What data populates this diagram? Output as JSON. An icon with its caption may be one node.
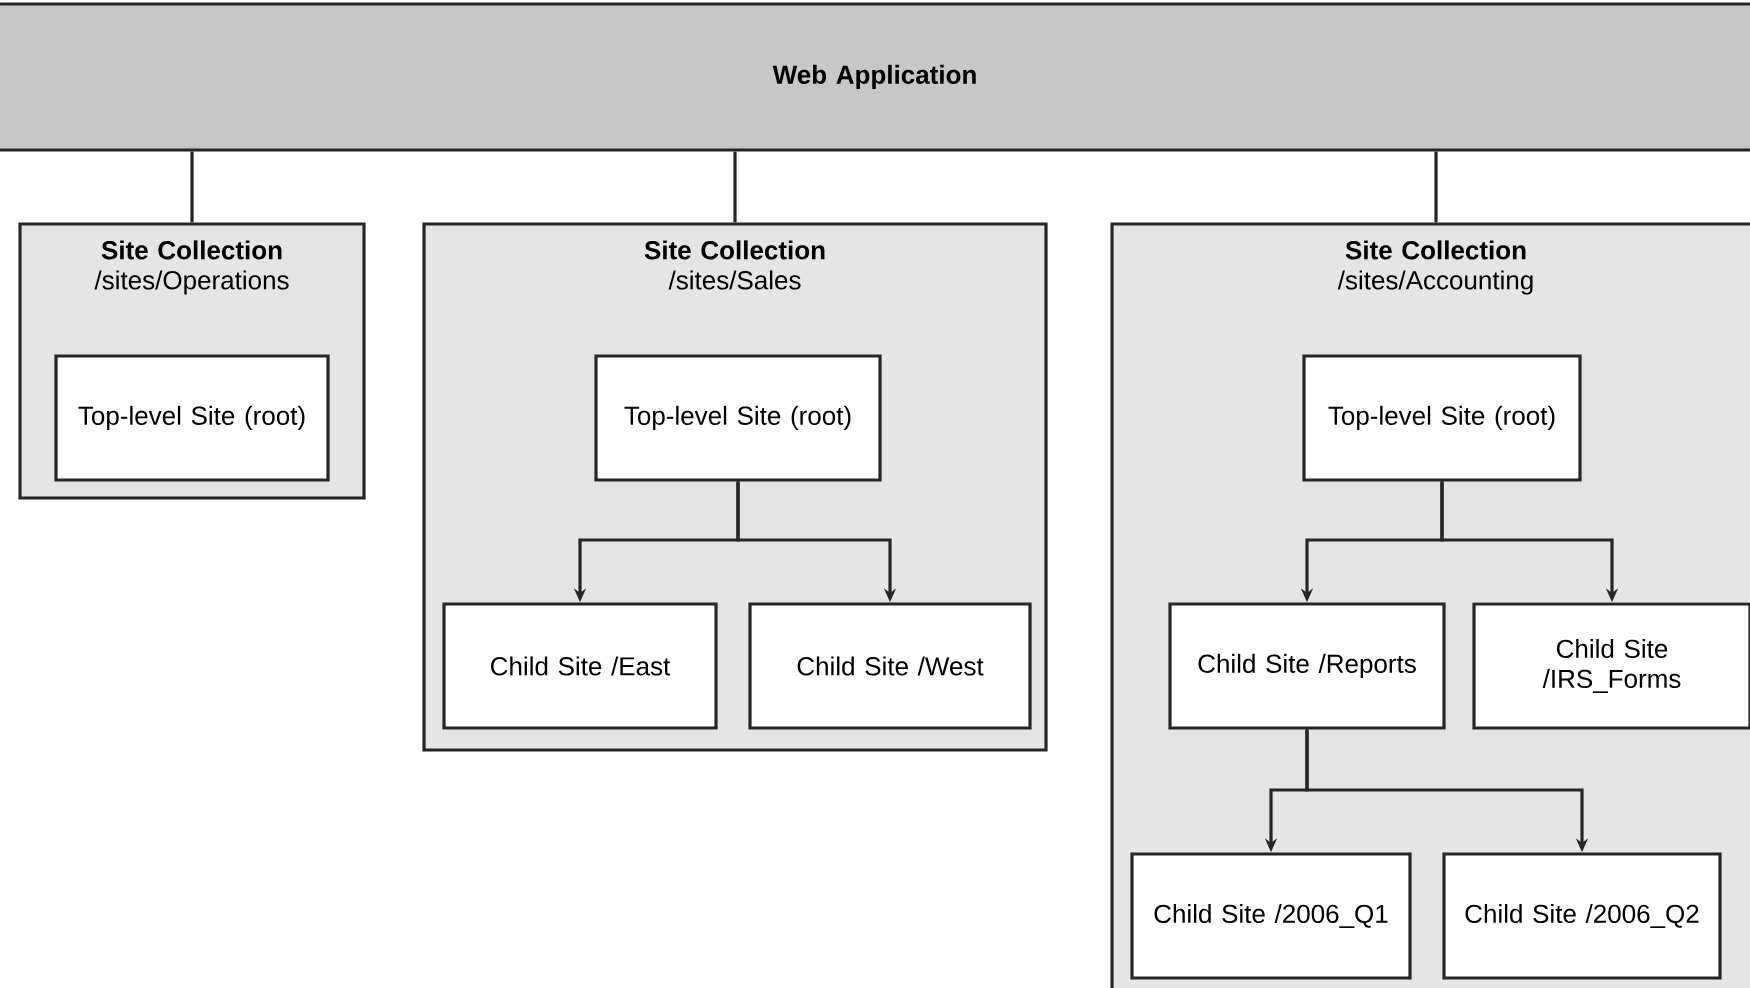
{
  "diagram": {
    "nodes": [
      {
        "text": [
          "Web Application"
        ]
      },
      {
        "text": [
          "Site Collection",
          "/sites/Operations"
        ]
      },
      {
        "text": [
          "Top-level Site (root)"
        ],
        "in": 1
      },
      {
        "text": [
          "Site Collection",
          "/sites/Sales"
        ]
      },
      {
        "text": [
          "Top-level Site (root)"
        ],
        "in": 3
      },
      {
        "text": [
          "Child Site /East"
        ],
        "in": 3
      },
      {
        "text": [
          "Child Site /West"
        ],
        "in": 3
      },
      {
        "text": [
          "Site Collection",
          "/sites/Accounting"
        ]
      },
      {
        "text": [
          "Top-level Site (root)"
        ],
        "in": 7
      },
      {
        "text": [
          "Child Site /Reports"
        ],
        "in": 7
      },
      {
        "text": [
          "Child Site /IRS_Forms"
        ],
        "in": 7
      },
      {
        "text": [
          "Child Site /2006_Q1"
        ],
        "in": 7
      },
      {
        "text": [
          "Child Site /2006_Q2"
        ],
        "in": 7
      }
    ],
    "edges": [
      {
        "from": 0,
        "to": 1,
        "arrow": "none"
      },
      {
        "from": 0,
        "to": 3,
        "arrow": "none"
      },
      {
        "from": 0,
        "to": 7,
        "arrow": "none"
      },
      {
        "from": 4,
        "to": 5,
        "arrow": "to"
      },
      {
        "from": 4,
        "to": 6,
        "arrow": "to"
      },
      {
        "from": 8,
        "to": 9,
        "arrow": "to"
      },
      {
        "from": 8,
        "to": 10,
        "arrow": "to"
      },
      {
        "from": 9,
        "to": 11,
        "arrow": "to"
      },
      {
        "from": 9,
        "to": 12,
        "arrow": "to"
      }
    ]
  }
}
